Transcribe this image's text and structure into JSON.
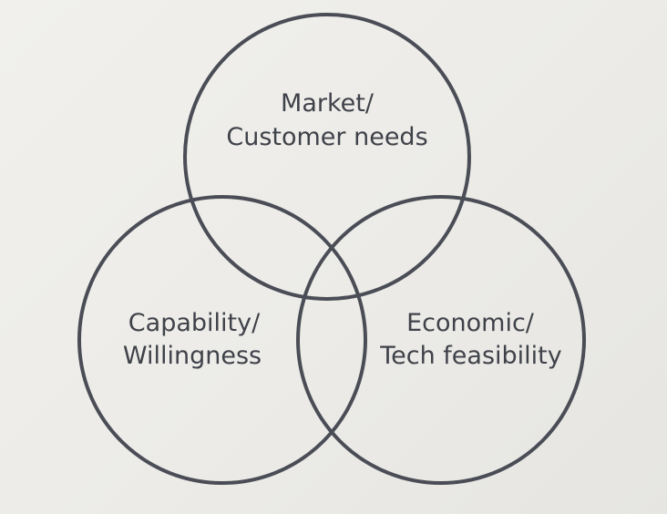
{
  "diagram": {
    "circles": [
      {
        "id": "market",
        "label_lines": [
          "Market/",
          "Customer needs"
        ]
      },
      {
        "id": "capability",
        "label_lines": [
          "Capability/",
          "Willingness"
        ]
      },
      {
        "id": "economic",
        "label_lines": [
          "Economic/",
          "Tech feasibility"
        ]
      }
    ],
    "colors": {
      "background": "#eeede9",
      "stroke": "#4a4d56",
      "text": "#3f4249"
    }
  }
}
